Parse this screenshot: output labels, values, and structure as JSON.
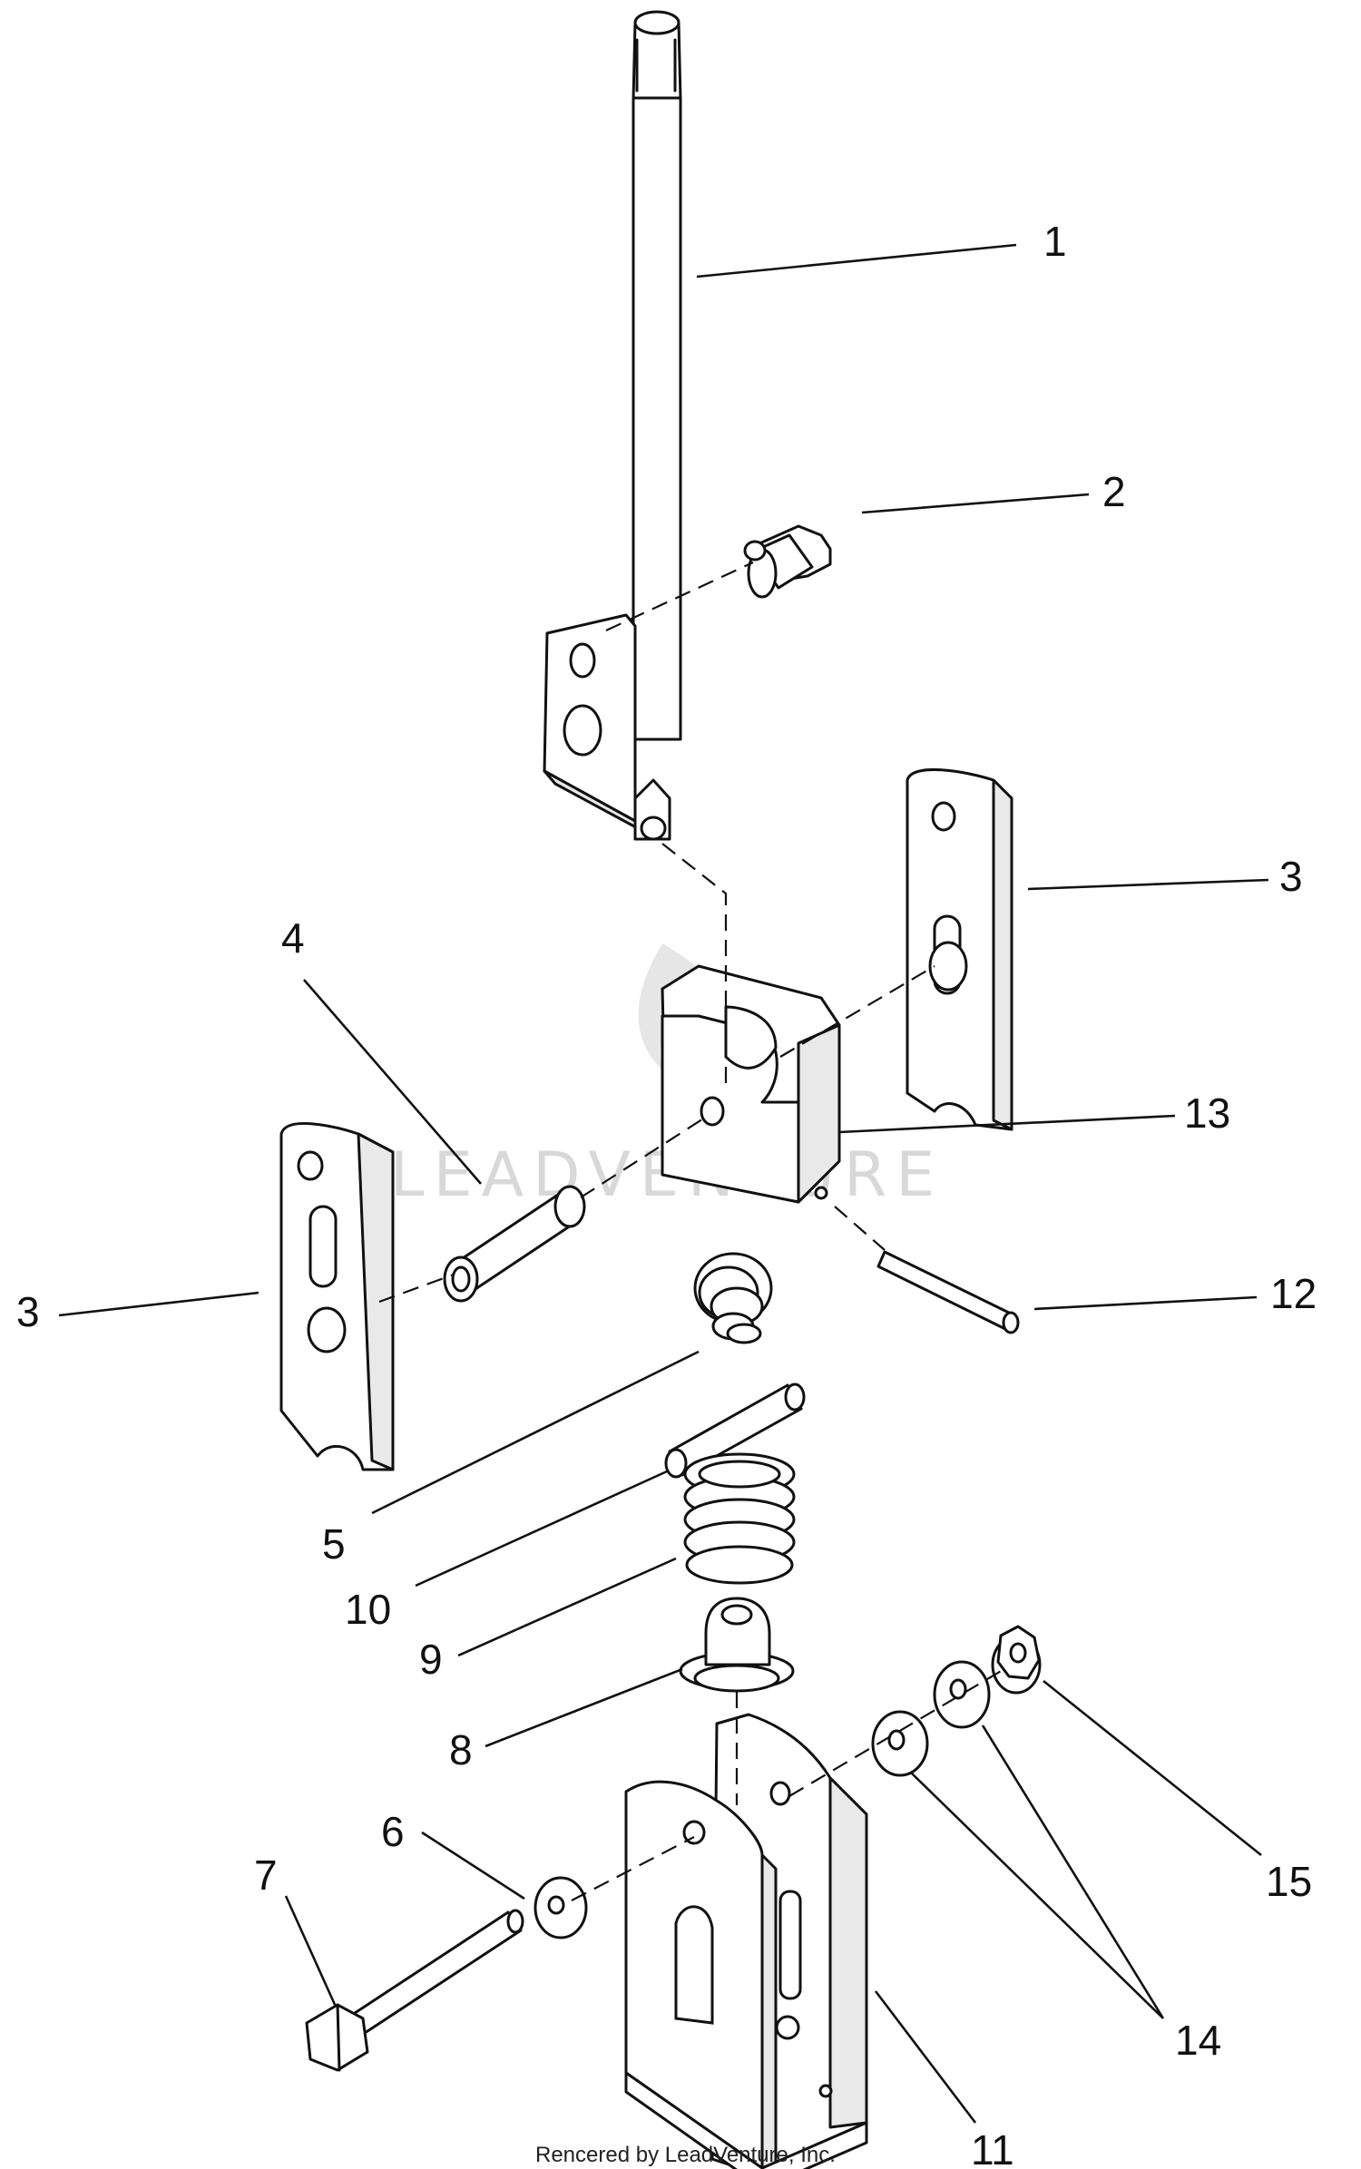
{
  "callouts": {
    "c1": "1",
    "c2": "2",
    "c3a": "3",
    "c3b": "3",
    "c4": "4",
    "c5": "5",
    "c6": "6",
    "c7": "7",
    "c8": "8",
    "c9": "9",
    "c10": "10",
    "c11": "11",
    "c12": "12",
    "c13": "13",
    "c14": "14",
    "c15": "15"
  },
  "watermark": {
    "text": "LEADVENTURE"
  },
  "footer": {
    "credit": "Rencered by LeadVenture, Inc."
  }
}
